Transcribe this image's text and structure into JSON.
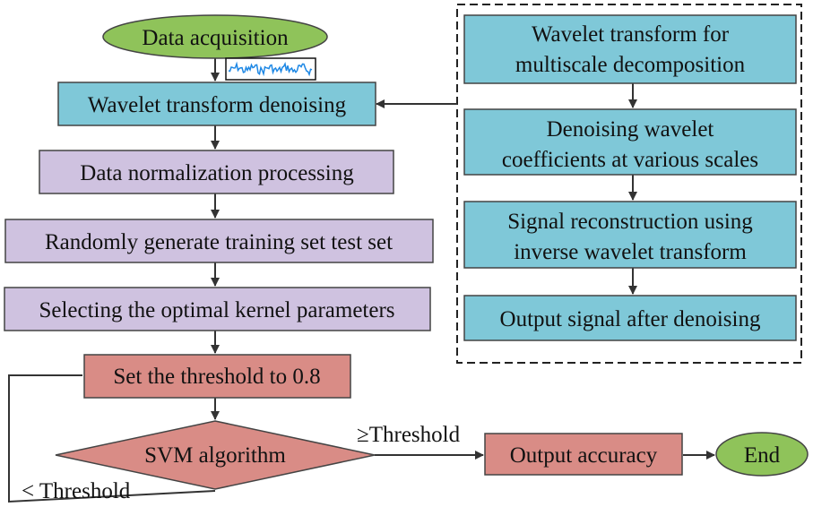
{
  "colors": {
    "teal": "#7fc8d8",
    "lavender": "#cfc2e0",
    "salmon": "#d98c86",
    "green": "#8fc35a",
    "signal": "#1e88e5"
  },
  "nodes": {
    "data_acquisition": "Data  acquisition",
    "wavelet_denoising": "Wavelet transform denoising",
    "normalization": "Data normalization processing",
    "random_sets": "Randomly generate training set test set",
    "kernel_params": "Selecting the optimal kernel parameters",
    "threshold": "Set the threshold to 0.8",
    "svm": "SVM algorithm",
    "output_accuracy": "Output accuracy",
    "end": "End"
  },
  "detail": {
    "step1": [
      "Wavelet transform for",
      "multiscale decomposition"
    ],
    "step2": [
      "Denoising wavelet",
      "coefficients at various scales"
    ],
    "step3": [
      "Signal reconstruction using",
      "inverse wavelet transform"
    ],
    "step4": "Output signal after denoising"
  },
  "edge_labels": {
    "ge_threshold": "≥Threshold",
    "lt_threshold": "< Threshold"
  },
  "icons": {
    "signal": "noisy-signal-icon"
  }
}
